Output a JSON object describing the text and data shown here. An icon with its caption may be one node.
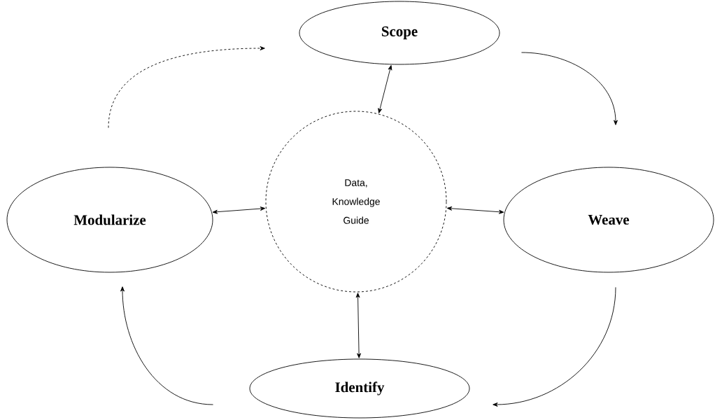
{
  "diagram": {
    "nodes": [
      {
        "text": [
          "Scope"
        ]
      },
      {
        "text": [
          "Data, Knowledge Guide"
        ]
      },
      {
        "text": [
          "Modularize"
        ]
      },
      {
        "text": [
          "Weave"
        ]
      },
      {
        "text": [
          "Identify"
        ]
      }
    ],
    "edges": [
      {
        "from": 0,
        "to": 1,
        "arrow": "both"
      },
      {
        "from": 2,
        "to": 1,
        "arrow": "both"
      },
      {
        "from": 1,
        "to": 3,
        "arrow": "both"
      },
      {
        "from": 1,
        "to": 4,
        "arrow": "both"
      },
      {
        "from": 0,
        "to": 3,
        "arrow": "to"
      },
      {
        "from": 3,
        "to": 4,
        "arrow": "to"
      },
      {
        "from": 4,
        "to": 2,
        "arrow": "to"
      },
      {
        "from": 2,
        "to": 0,
        "arrow": "to",
        "style": "dashed"
      }
    ]
  }
}
